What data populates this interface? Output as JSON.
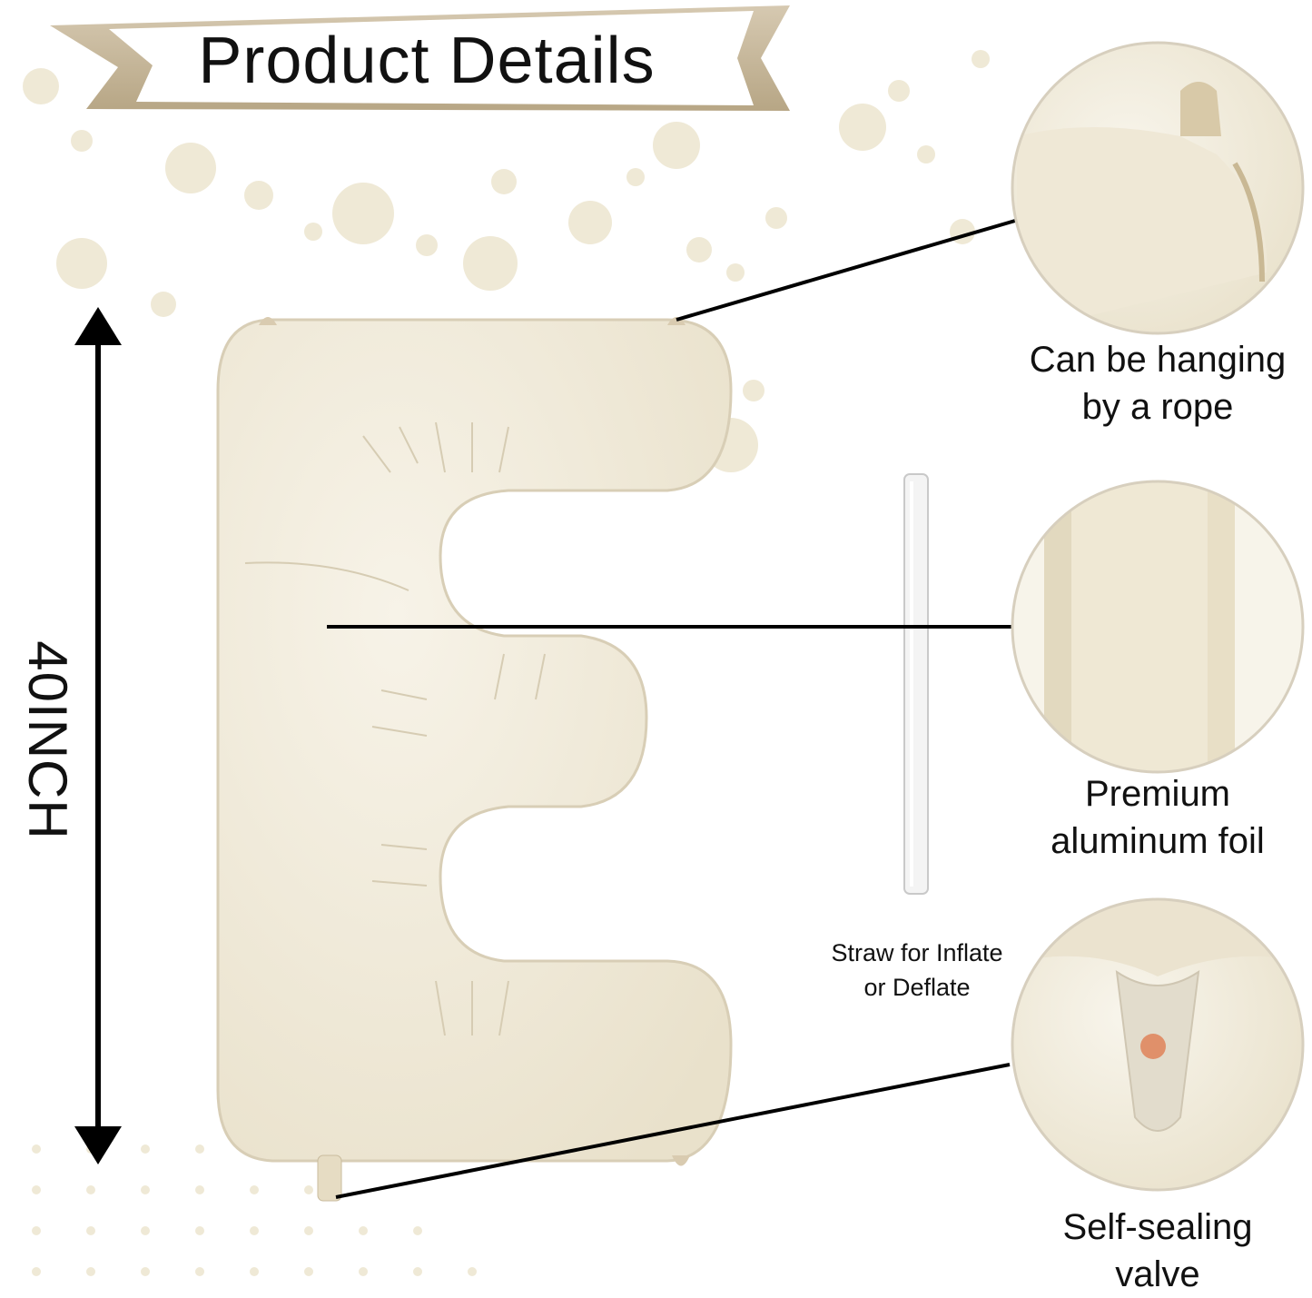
{
  "banner": {
    "title": "Product Details"
  },
  "size_label": "40INCH",
  "callouts": [
    {
      "lines": [
        "Can be hanging",
        "by a rope"
      ]
    },
    {
      "lines": [
        "Premium",
        "aluminum foil"
      ]
    },
    {
      "lines": [
        "Self-sealing",
        "valve"
      ]
    }
  ],
  "straw": {
    "lines": [
      "Straw for Inflate",
      "or Deflate"
    ]
  },
  "colors": {
    "balloon": "#f2ecdc",
    "balloon_shadow": "#dcd3bd",
    "ribbon": "#c7b89e",
    "ribbon_dark": "#a99878",
    "dots": "#efe9d6",
    "line": "#000000"
  }
}
